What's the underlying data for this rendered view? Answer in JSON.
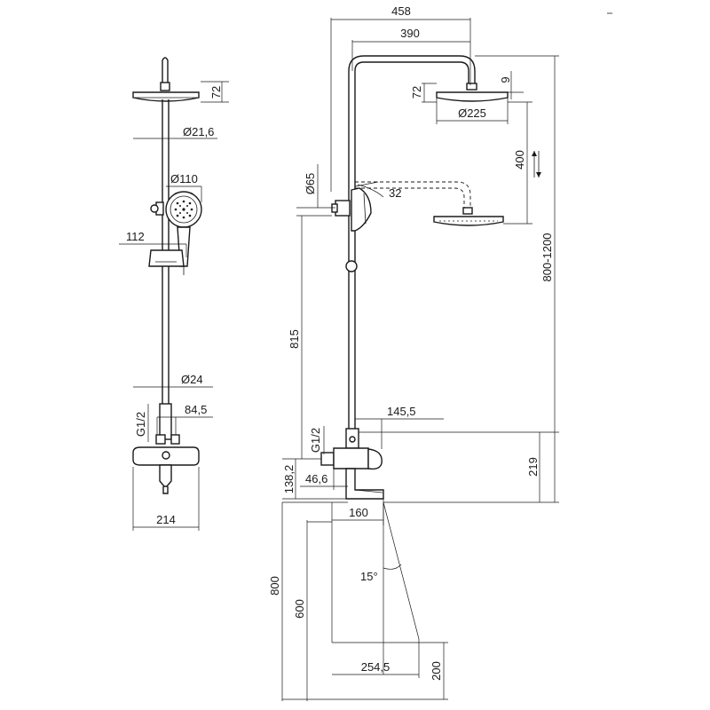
{
  "dims": {
    "d458": "458",
    "d390": "390",
    "d72_left": "72",
    "d72_right": "72",
    "d9": "9",
    "d225": "Ø225",
    "d21_6": "Ø21,6",
    "d110": "Ø110",
    "d112": "112",
    "d400": "400",
    "d65": "Ø65",
    "d32": "32",
    "d800_1200": "800-1200",
    "d815": "815",
    "d24": "Ø24",
    "d84_5": "84,5",
    "g12_left": "G1/2",
    "g12_right": "G1/2",
    "d145_5": "145,5",
    "d219": "219",
    "d46_6": "46,6",
    "d138_2": "138,2",
    "d214": "214",
    "d160": "160",
    "d15": "15°",
    "d800": "800",
    "d600": "600",
    "d254_5": "254,5",
    "d200": "200"
  }
}
